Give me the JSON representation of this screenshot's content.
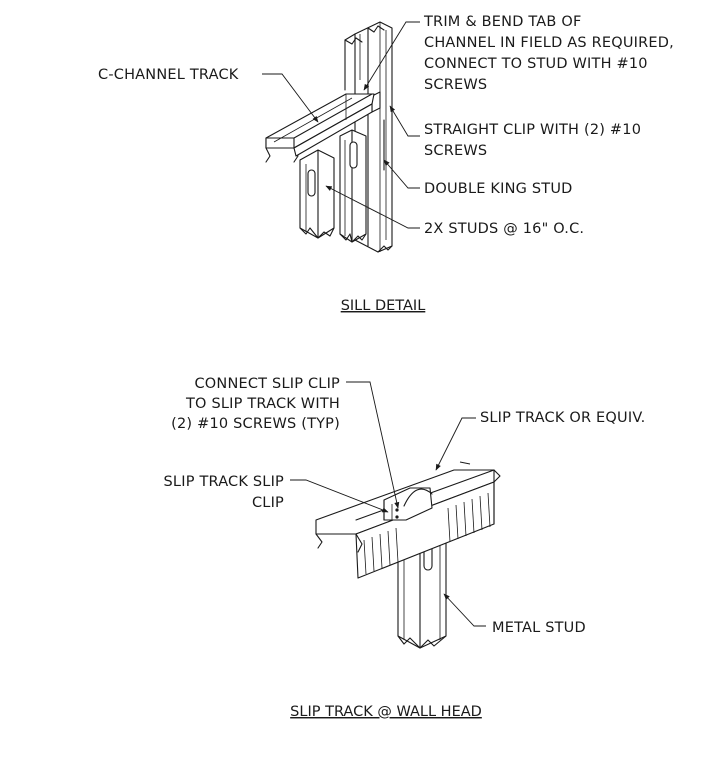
{
  "sill_detail": {
    "title": "SILL DETAIL",
    "labels": {
      "c_channel_track": "C-CHANNEL TRACK",
      "trim_bend_line1": "TRIM & BEND TAB OF",
      "trim_bend_line2": "CHANNEL IN FIELD AS REQUIRED,",
      "trim_bend_line3": "CONNECT TO STUD WITH #10",
      "trim_bend_line4": "SCREWS",
      "straight_clip_line1": "STRAIGHT CLIP WITH (2) #10",
      "straight_clip_line2": "SCREWS",
      "double_king_stud": "DOUBLE KING STUD",
      "studs_spacing": "2X STUDS @ 16\" O.C."
    }
  },
  "slip_track_detail": {
    "title": "SLIP TRACK @ WALL HEAD",
    "labels": {
      "connect_clip_line1": "CONNECT SLIP CLIP",
      "connect_clip_line2": "TO SLIP TRACK WITH",
      "connect_clip_line3": "(2) #10 SCREWS (TYP)",
      "slip_track": "SLIP TRACK OR EQUIV.",
      "slip_clip_line1": "SLIP TRACK SLIP",
      "slip_clip_line2": "CLIP",
      "metal_stud": "METAL STUD"
    }
  }
}
